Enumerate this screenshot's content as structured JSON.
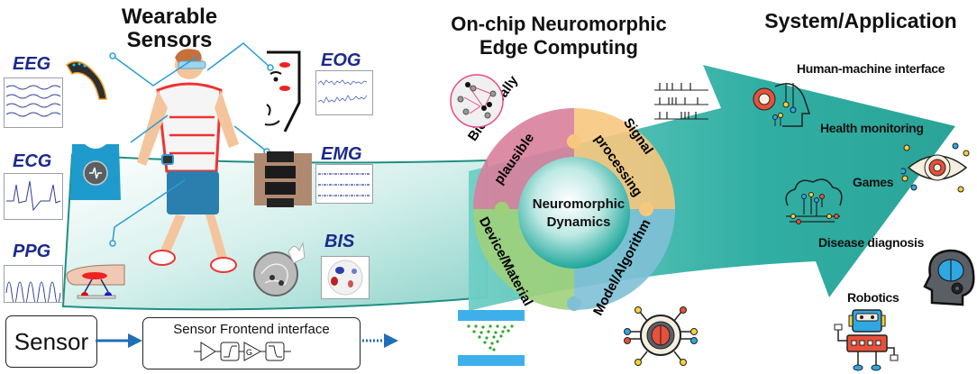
{
  "titles": {
    "wearable": "Wearable Sensors",
    "edge_line1": "On-chip Neuromorphic",
    "edge_line2": "Edge Computing",
    "system": "System/Application"
  },
  "signals": [
    {
      "label": "EEG",
      "device": "headband"
    },
    {
      "label": "ECG",
      "device": "smart-vest"
    },
    {
      "label": "PPG",
      "device": "finger-sensor"
    },
    {
      "label": "EOG",
      "device": "face-electrodes"
    },
    {
      "label": "EMG",
      "device": "armband"
    },
    {
      "label": "BIS",
      "device": "electrode-cap"
    }
  ],
  "puzzle": {
    "center_line1": "Neuromorphic",
    "center_line2": "Dynamics",
    "quadrants": [
      {
        "line1": "Biologically",
        "line2": "plausible",
        "color": "#d97f9c"
      },
      {
        "line1": "Signal",
        "line2": "processing",
        "color": "#f7c77e"
      },
      {
        "line1": "Device/Material",
        "line2": "",
        "color": "#9ed07a"
      },
      {
        "line1": "Model/Algorithm",
        "line2": "",
        "color": "#7fc0d6"
      }
    ]
  },
  "applications": [
    {
      "label": "Human-machine interface",
      "icon": "robot-head-gear-icon"
    },
    {
      "label": "Health monitoring",
      "icon": "eye-gear-icon"
    },
    {
      "label": "Games",
      "icon": "cloud-circuit-icon"
    },
    {
      "label": "Disease diagnosis",
      "icon": "head-brain-icon"
    },
    {
      "label": "Robotics",
      "icon": "robot-icon"
    }
  ],
  "pipeline": {
    "sensor": "Sensor",
    "frontend": "Sensor Frontend interface",
    "gain_symbol": "G"
  },
  "colors": {
    "arrow": "#2fb3a7",
    "label_blue": "#1b2a8c",
    "pipeline_arrow": "#1f6fb8",
    "connector": "#2a9bd6"
  }
}
